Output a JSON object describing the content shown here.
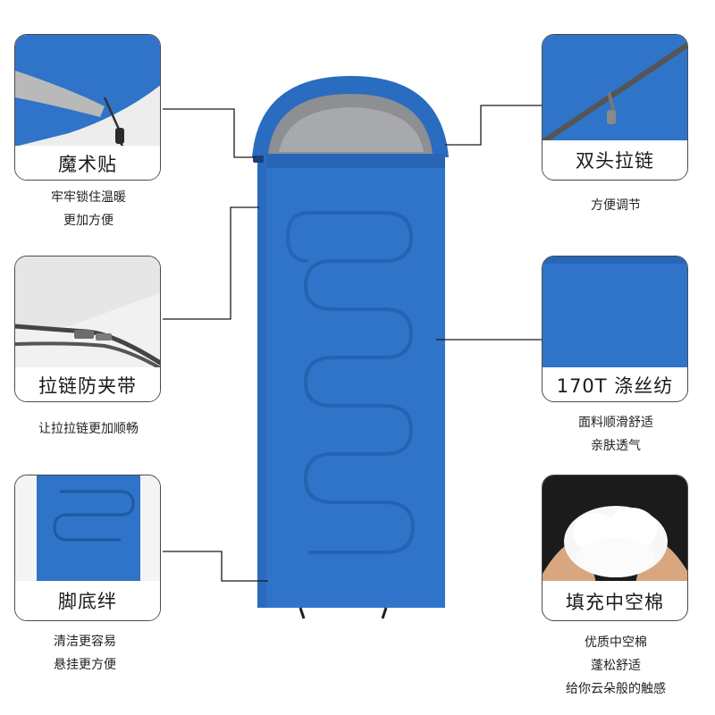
{
  "features": {
    "velcro": {
      "title": "魔术贴",
      "desc": [
        "牢牢锁住温暖",
        "更加方便"
      ],
      "icon": "velcro-drawstring-icon"
    },
    "anti_snag": {
      "title": "拉链防夹带",
      "desc": [
        "让拉拉链更加顺畅"
      ],
      "icon": "zipper-guard-icon"
    },
    "foot_loop": {
      "title": "脚底绊",
      "desc": [
        "清洁更容易",
        "悬挂更方便"
      ],
      "icon": "foot-loop-icon"
    },
    "double_zipper": {
      "title": "双头拉链",
      "desc": [
        "方便调节"
      ],
      "icon": "double-zipper-icon"
    },
    "fabric": {
      "title": "170T 涤丝纺",
      "desc": [
        "面料顺滑舒适",
        "亲肤透气"
      ],
      "icon": "fabric-swatch-icon"
    },
    "filling": {
      "title": "填充中空棉",
      "desc": [
        "优质中空棉",
        "蓬松舒适",
        "给你云朵般的触感"
      ],
      "icon": "cotton-filling-icon"
    }
  },
  "colors": {
    "bag_blue": "#2f74c8",
    "bag_dark": "#1f5aa3",
    "lining_gray": "#9a9a9a"
  }
}
